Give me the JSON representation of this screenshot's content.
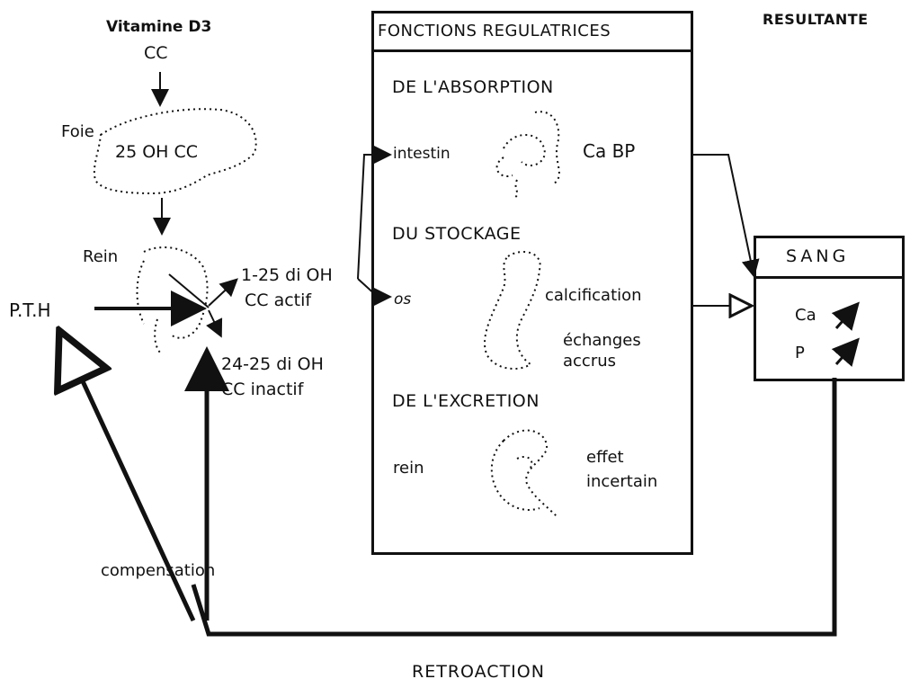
{
  "left": {
    "vitamin": "Vitamine D3",
    "vitamin_cc": "CC",
    "foie_label": "Foie",
    "foie_inner": "25 OH CC",
    "rein_label": "Rein",
    "active_line1": "1-25 di OH",
    "active_line2": "CC actif",
    "inactive_line1": "24-25 di OH",
    "inactive_line2": "CC inactif",
    "pth": "P.T.H",
    "compensation": "compensation"
  },
  "panel": {
    "header": "FONCTIONS REGULATRICES",
    "absorption_title": "DE L'ABSORPTION",
    "intestin": "intestin",
    "cabp": "Ca BP",
    "stockage_title": "DU STOCKAGE",
    "os": "os",
    "calcification": "calcification",
    "echanges1": "échanges",
    "echanges2": "accrus",
    "excretion_title": "DE L'EXCRETION",
    "rein": "rein",
    "effet1": "effet",
    "effet2": "incertain"
  },
  "resultante": "RESULTANTE",
  "sang": {
    "title": "SANG",
    "ca": "Ca",
    "p": "P"
  },
  "retroaction": "RETROACTION"
}
